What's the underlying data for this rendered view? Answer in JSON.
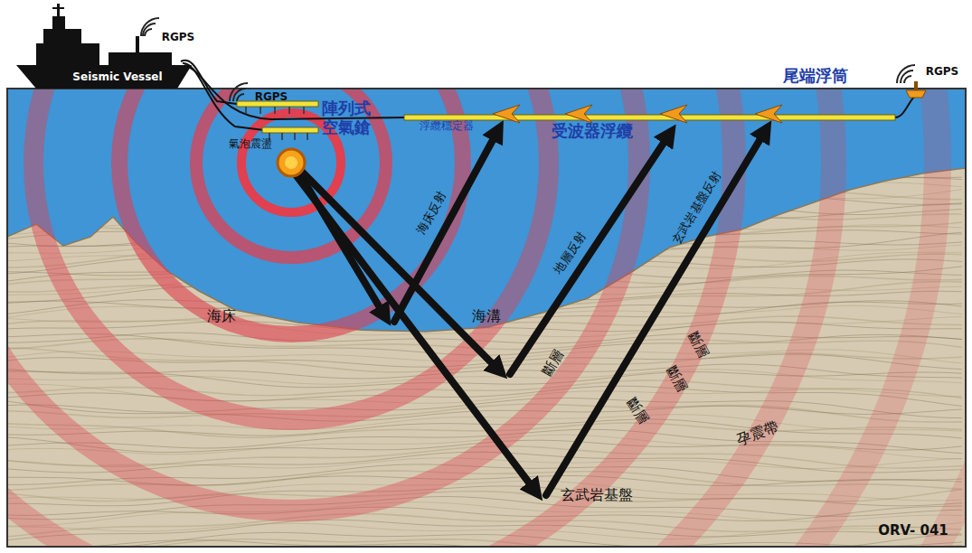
{
  "diagram": {
    "labels": [
      "Seismic Vessel",
      "RGPS",
      "RGPS",
      "陣列式 空氣鎗",
      "氣泡震盪",
      "浮纜穩定器",
      "受波器浮纜",
      "尾端浮筒",
      "RGPS",
      "海床反射",
      "地層反射",
      "玄武岩基盤反射",
      "海床",
      "海溝",
      "斷層",
      "斷層",
      "斷層",
      "斷層",
      "孕震帶",
      "玄武岩基盤",
      "ORV- 041"
    ]
  }
}
